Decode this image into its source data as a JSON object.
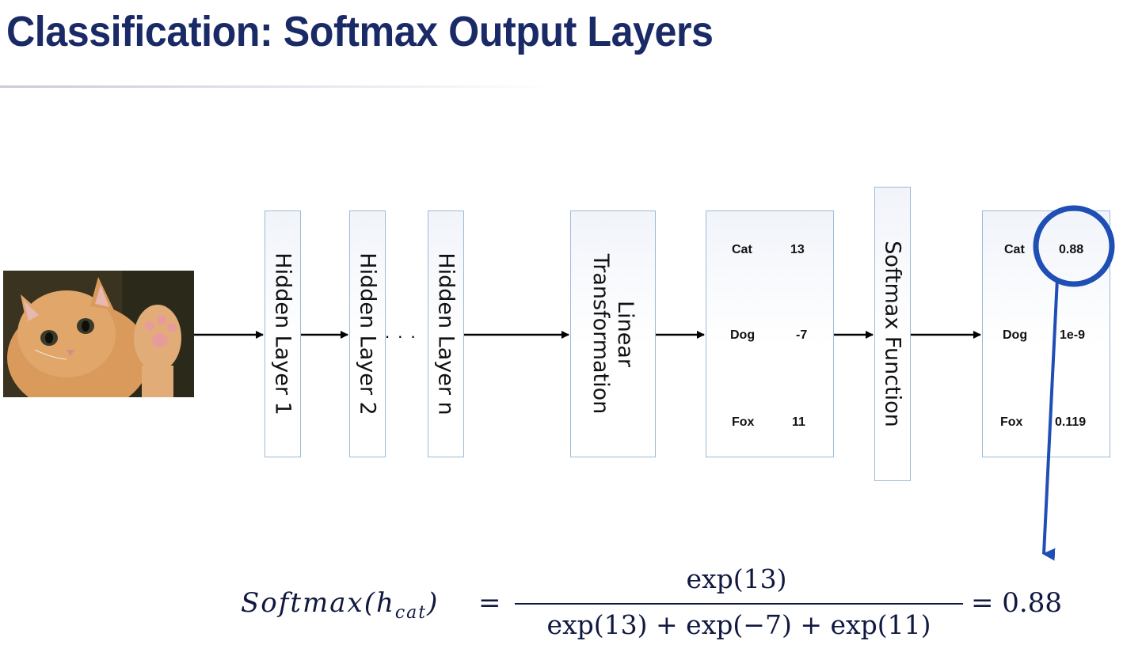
{
  "title": "Classification: Softmax Output Layers",
  "image": {
    "subject": "kitten-photo"
  },
  "layers": [
    {
      "label": "Hidden Layer 1"
    },
    {
      "label": "Hidden Layer 2"
    },
    {
      "label": "Hidden Layer n"
    }
  ],
  "ellipsis": ". . .",
  "linear_transformation": {
    "line1": "Linear",
    "line2": "Transformation"
  },
  "logits": [
    {
      "class": "Cat",
      "value": "13"
    },
    {
      "class": "Dog",
      "value": "-7"
    },
    {
      "class": "Fox",
      "value": "11"
    }
  ],
  "softmax_function": {
    "label": "Softmax Function"
  },
  "outputs": [
    {
      "class": "Cat",
      "value": "0.88"
    },
    {
      "class": "Dog",
      "value": "1e-9"
    },
    {
      "class": "Fox",
      "value": "0.119"
    }
  ],
  "formula": {
    "lhs": "Softmax(h",
    "lhs_sub": "cat",
    "lhs_close": ")",
    "equals": "=",
    "numerator": "exp(13)",
    "denominator": "exp(13) + exp(−7) + exp(11)",
    "result": "= 0.88"
  },
  "colors": {
    "title": "#1a2a66",
    "highlight": "#1f4fb5",
    "box_border": "#9bbbd8"
  }
}
